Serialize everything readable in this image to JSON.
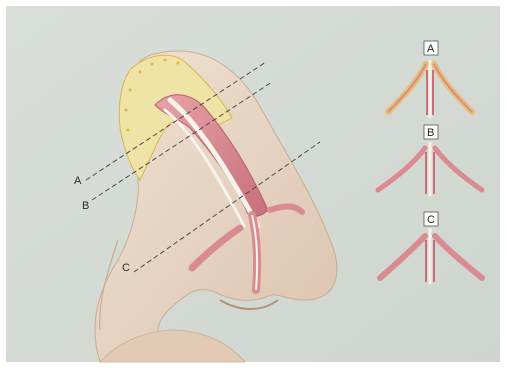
{
  "section_labels": [
    "A",
    "B",
    "C"
  ],
  "panels": [
    {
      "label": "A"
    },
    {
      "label": "B"
    },
    {
      "label": "C"
    }
  ],
  "colors": {
    "background": "#d7dcd6",
    "skin": "#ead7c4",
    "skin_shadow": "#d9bfa8",
    "flap": "#efe3a6",
    "flap_edge": "#e8c96f",
    "mucosa": "#d98b91",
    "mucosa_dark": "#b85e6a",
    "cartilage": "#f3f1ea",
    "dashed_line": "#4b4b4b"
  }
}
